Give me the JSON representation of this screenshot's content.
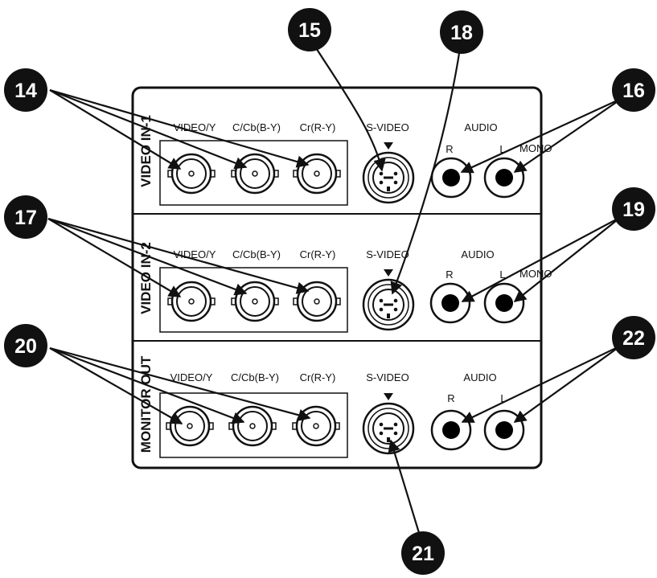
{
  "rows": [
    {
      "section": "VIDEO IN-1",
      "labels": {
        "video_y": "VIDEO/Y",
        "cb": "C/Cb(B-Y)",
        "cr": "Cr(R-Y)",
        "svideo": "S-VIDEO",
        "audio": "AUDIO",
        "r": "R",
        "l": "L"
      },
      "mono_note": "MONO"
    },
    {
      "section": "VIDEO IN-2",
      "labels": {
        "video_y": "VIDEO/Y",
        "cb": "C/Cb(B-Y)",
        "cr": "Cr(R-Y)",
        "svideo": "S-VIDEO",
        "audio": "AUDIO",
        "r": "R",
        "l": "L"
      },
      "mono_note": "MONO"
    },
    {
      "section": "MONITOR OUT",
      "labels": {
        "video_y": "VIDEO/Y",
        "cb": "C/Cb(B-Y)",
        "cr": "Cr(R-Y)",
        "svideo": "S-VIDEO",
        "audio": "AUDIO",
        "r": "R",
        "l": "L"
      },
      "mono_note": ""
    }
  ],
  "callouts": {
    "c14": "14",
    "c15": "15",
    "c16": "16",
    "c17": "17",
    "c18": "18",
    "c19": "19",
    "c20": "20",
    "c21": "21",
    "c22": "22"
  },
  "colors": {
    "ink": "#111111",
    "panel": "#ffffff",
    "rca_center": "#000000"
  }
}
